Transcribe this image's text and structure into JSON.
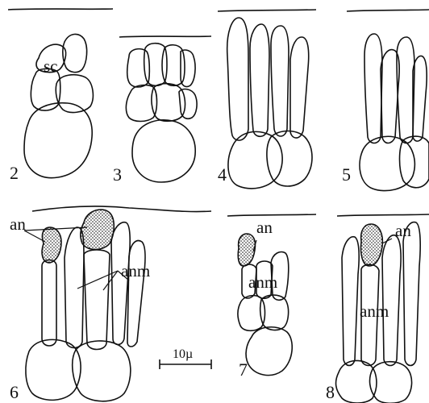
{
  "labels": {
    "sc": "sc",
    "an": "an",
    "anm": "anm"
  },
  "figure_numbers": [
    "2",
    "3",
    "4",
    "5",
    "6",
    "7",
    "8"
  ],
  "scale_bar": "10µ",
  "colors": {
    "ink": "#111111",
    "background": "#ffffff",
    "bleed_through": "#d9d9d9"
  }
}
